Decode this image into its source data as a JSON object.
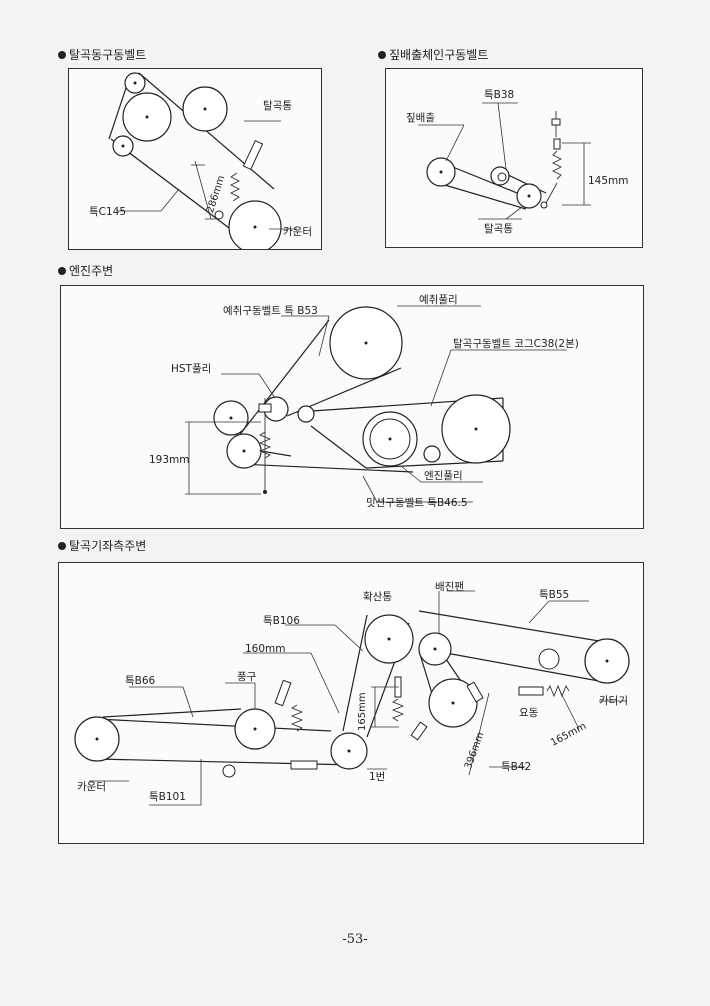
{
  "section1": {
    "title": "탈곡동구동벨트",
    "labels": {
      "drum": "탈곡통",
      "distance": "286mm",
      "belt": "특C145",
      "cutter": "카운터"
    }
  },
  "section2": {
    "title": "짚배출체인구동벨트",
    "labels": {
      "belt": "특B38",
      "straw": "짚배출",
      "distance": "145mm",
      "drum": "탈곡통"
    }
  },
  "section3": {
    "title": "엔진주변",
    "labels": {
      "precleanBelt": "예취구동벨트 특 B53",
      "precleanPulley": "예취풀리",
      "threshBelt": "탈곡구동벨트 코그C38(2본)",
      "hstPulley": "HST풀리",
      "distance": "193mm",
      "enginePulley": "엔진풀리",
      "missionBelt": "밋션구동벨트 특B46.5"
    }
  },
  "section4": {
    "title": "탈곡기좌측주변",
    "labels": {
      "spread": "확산통",
      "fan": "배진팬",
      "b55": "특B55",
      "b106": "특B106",
      "mm160": "160mm",
      "b66": "특B66",
      "blower": "풍구",
      "mm165a": "165mm",
      "shaker": "요동",
      "mm165b": "165mm",
      "cutter": "카터기",
      "mm396": "396mm",
      "b42": "특B42",
      "no1": "1번",
      "counter": "카운터",
      "b101": "특B101"
    }
  },
  "page": {
    "number": "-53-"
  }
}
